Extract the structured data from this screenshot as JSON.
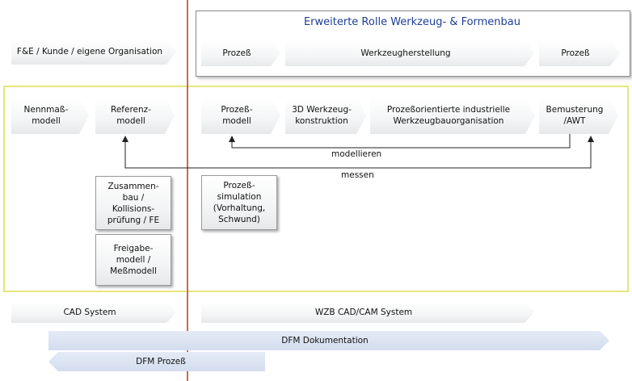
{
  "header": {
    "title": "Erweiterte Rolle Werkzeug- & Formenbau"
  },
  "top": {
    "fe": "F&E / Kunde / eigene Organisation",
    "prozess_1": "Prozeß",
    "werkzeugherstellung": "Werkzeugherstellung",
    "prozess_2": "Prozeß"
  },
  "main": {
    "nennmass": "Nennmaß-modell",
    "referenz": "Referenz-modell",
    "prozessmodell": "Prozeß-modell",
    "werkzeugkonstruktion": "3D Werkzeug-konstruktion",
    "bauorganisation": "Prozeßorientierte industrielle Werkzeugbauorganisation",
    "bemusterung": "Bemusterung /AWT",
    "modellieren": "modellieren",
    "messen": "messen",
    "zusammenbau": "Zusammen-bau / Kollisions-prüfung / FE",
    "freigabe": "Freigabe-modell / Meßmodell",
    "simulation": "Prozeß-simulation (Vorhaltung, Schwund)"
  },
  "bottom": {
    "cad": "CAD System",
    "wzb": "WZB CAD/CAM System",
    "dfm_doc": "DFM Dokumentation",
    "dfm_prozess": "DFM Prozeß"
  },
  "colors": {
    "title": "#1f3f95",
    "divider": "#c86a52",
    "frame": "#e6e67a",
    "blue_arrow": "#d3ddee"
  }
}
